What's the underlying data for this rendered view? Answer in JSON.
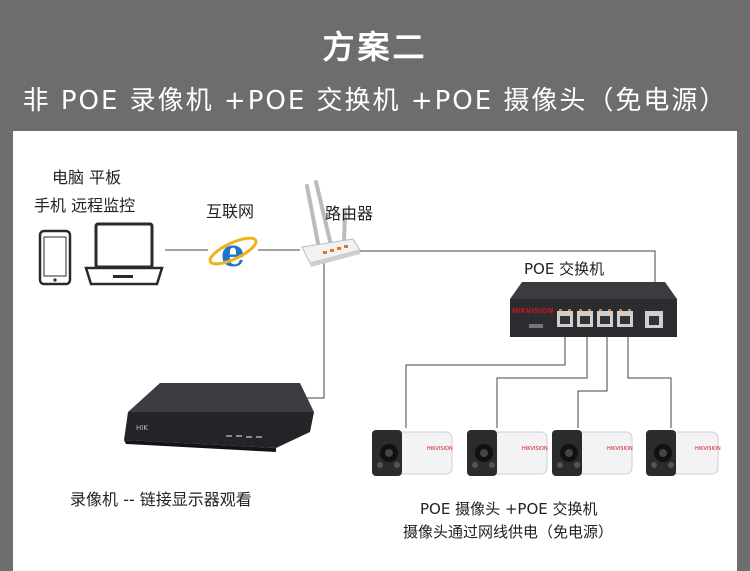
{
  "header": {
    "title": "方案二",
    "subtitle": "非 POE 录像机 +POE 交换机 +POE 摄像头（免电源）"
  },
  "labels": {
    "devices_line1": "电脑  平板",
    "devices_line2": "手机  远程监控",
    "internet": "互联网",
    "router": "路由器",
    "poe_switch": "POE 交换机",
    "nvr": "录像机 -- 链接显示器观看",
    "cameras_line1": "POE 摄像头 +POE 交换机",
    "cameras_line2": "摄像头通过网线供电（免电源）"
  },
  "brand": {
    "switch_logo": "HIKVISION",
    "camera_logo": "HIKVISION",
    "nvr_logo": "HIK"
  },
  "colors": {
    "header_bg": "#6d6d6d",
    "device_dark": "#2a2c30",
    "port_orange": "#e07a1f",
    "ie_blue": "#1e74c8",
    "hik_red": "#c8161d"
  }
}
